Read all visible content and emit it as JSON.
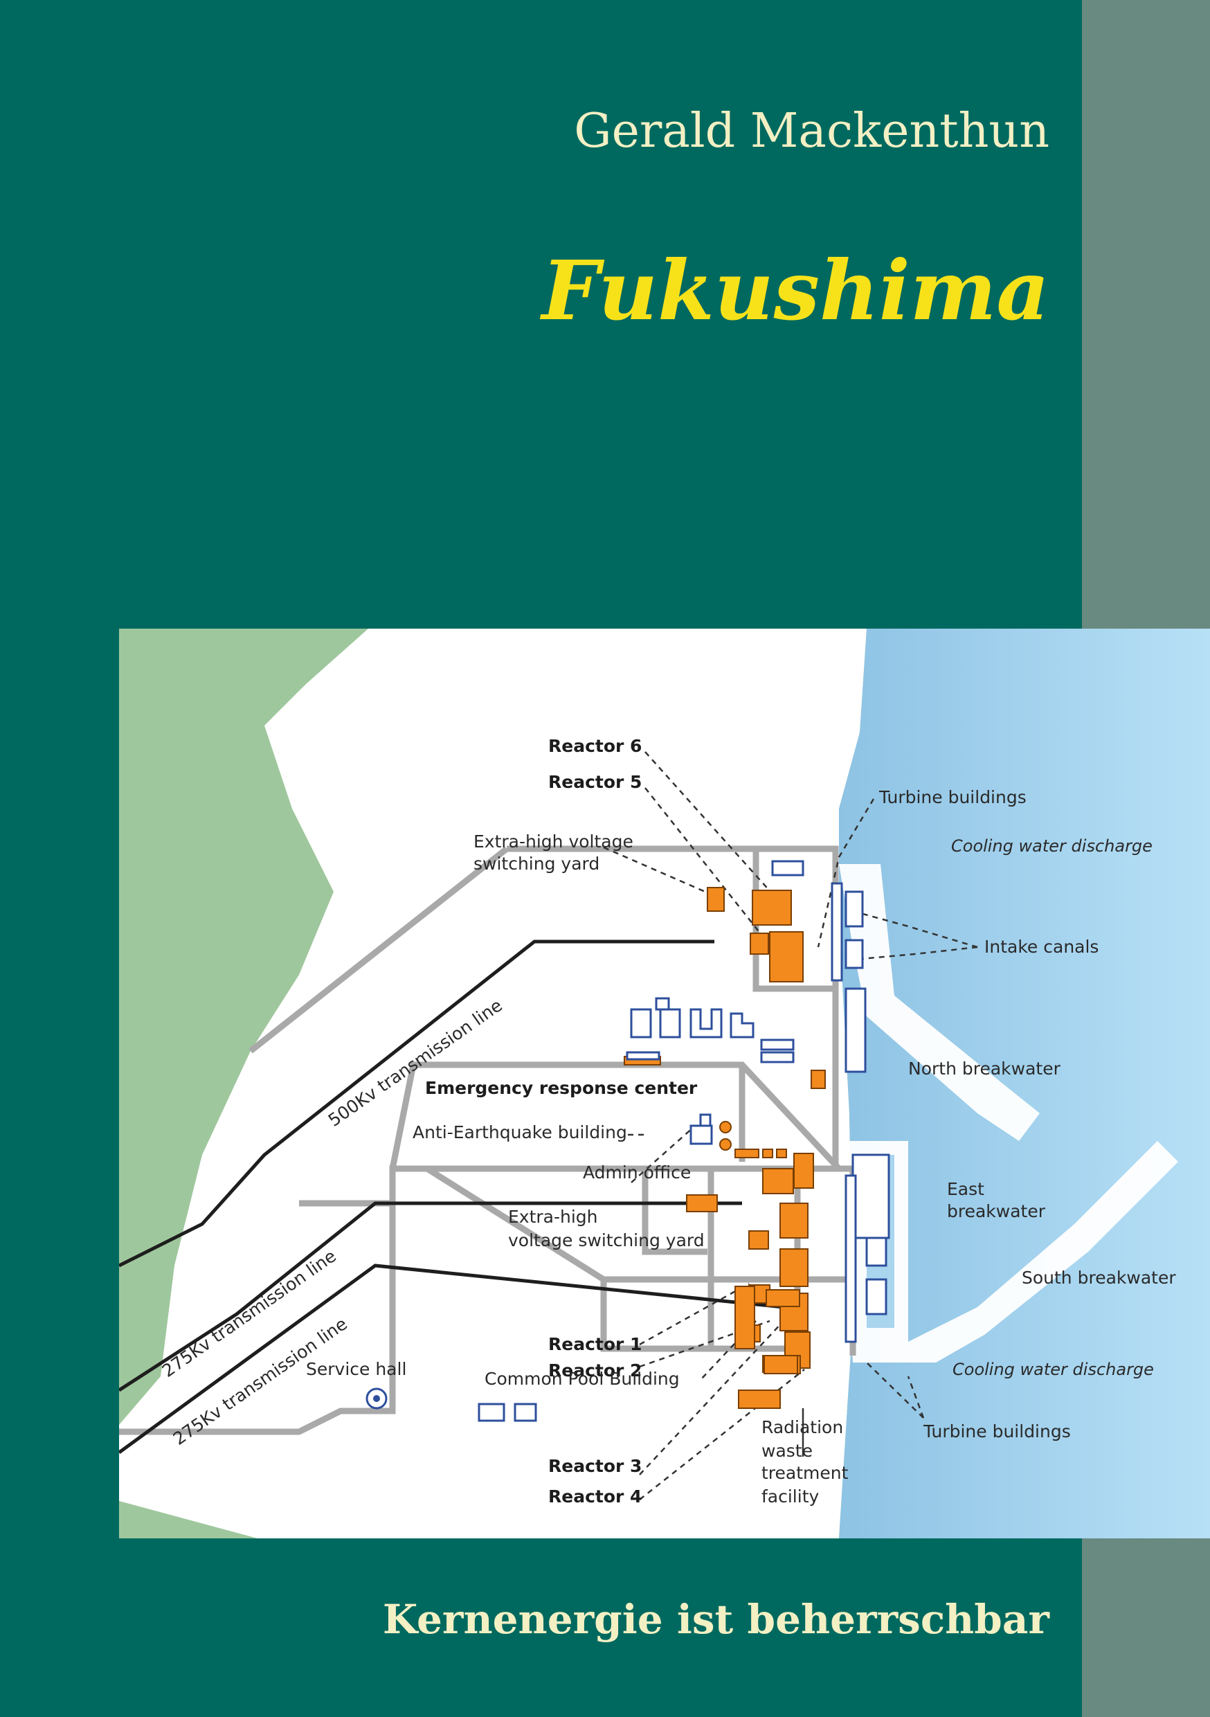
{
  "cover": {
    "author": "Gerald Mackenthun",
    "title": "Fukushima",
    "subtitle": "Kernenergie ist beherrschbar",
    "colors": {
      "background": "#00695f",
      "spine": "#698a80",
      "title": "#f7e21a",
      "text": "#f3f0c4"
    }
  },
  "map": {
    "labels": {
      "reactor6": "Reactor 6",
      "reactor5": "Reactor 5",
      "turbine_top": "Turbine buildings",
      "cooling_top": "Cooling water discharge",
      "switchyard_top_1": "Extra-high voltage",
      "switchyard_top_2": "switching yard",
      "intake": "Intake canals",
      "line500": "500Kv transmission line",
      "north_breakwater": "North breakwater",
      "emergency": "Emergency response center",
      "anti_eq": "Anti-Earthquake building",
      "admin": "Admin office",
      "east_breakwater_1": "East",
      "east_breakwater_2": "breakwater",
      "switchyard_mid_1": "Extra-high",
      "switchyard_mid_2": "voltage switching yard",
      "south_breakwater": "South breakwater",
      "line275a": "275Kv transmission line",
      "line275b": "275Kv transmission line",
      "reactor1": "Reactor 1",
      "reactor2": "Reactor 2",
      "service_hall": "Service hall",
      "common_pool": "Common Pool Building",
      "cooling_bottom": "Cooling water discharge",
      "radwaste_1": "Radiation",
      "radwaste_2": "waste",
      "radwaste_3": "treatment",
      "radwaste_4": "facility",
      "turbine_bottom": "Turbine buildings",
      "reactor3": "Reactor 3",
      "reactor4": "Reactor 4"
    },
    "colors": {
      "land": "#9fc79d",
      "site": "#ffffff",
      "sea": "#a9d5ef",
      "building": "#f28a1e",
      "road": "#a9a9a9",
      "structure": "#2d4f9c"
    }
  }
}
